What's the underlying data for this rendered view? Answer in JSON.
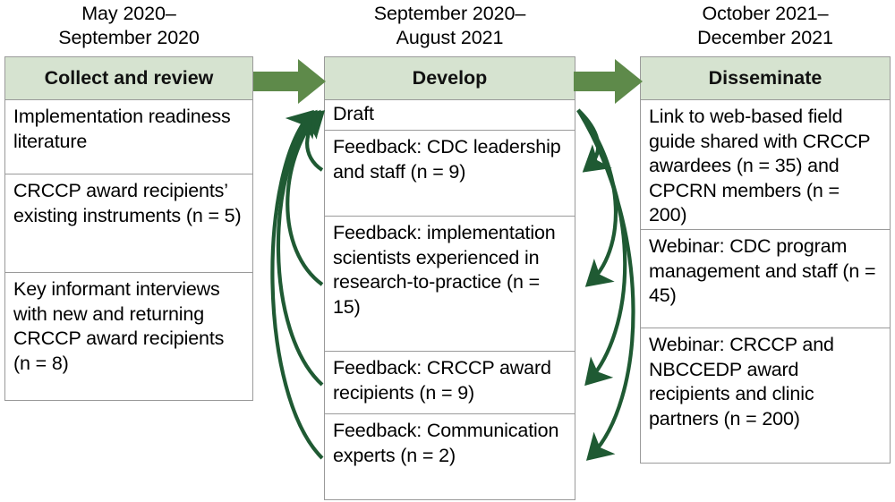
{
  "diagram": {
    "title": "Field guide development process flowchart",
    "accent_green": "#5e8a4a",
    "curve_green": "#1f5a33",
    "header_fill": "#d6e3d0",
    "border_gray": "#9a9a9a"
  },
  "columns": [
    {
      "id": "collect",
      "period": "May 2020–\nSeptember 2020",
      "period_line1": "May 2020–",
      "period_line2": "September 2020",
      "phase_label": "Collect and review",
      "items": [
        "Implementation readiness literature",
        "CRCCP award recipients’ existing instruments (n = 5)",
        "Key informant interviews with new and returning CRCCP award recipients (n = 8)"
      ]
    },
    {
      "id": "develop",
      "period": "September 2020–\nAugust 2021",
      "period_line1": "September 2020–",
      "period_line2": "August 2021",
      "phase_label": "Develop",
      "items": [
        "Draft",
        "Feedback: CDC leadership and staff (n = 9)",
        "Feedback: implementation scientists experienced in research-to-practice (n = 15)",
        "Feedback: CRCCP award recipients (n = 9)",
        "Feedback: Communication experts (n = 2)"
      ]
    },
    {
      "id": "disseminate",
      "period": "October 2021–\nDecember 2021",
      "period_line1": "October 2021–",
      "period_line2": "December 2021",
      "phase_label": "Disseminate",
      "items": [
        "Link to web-based field guide shared with CRCCP awardees (n = 35) and CPCRN members (n = 200)",
        "Webinar: CDC program management and staff (n = 45)",
        "Webinar: CRCCP and NBCCEDP award recipients and clinic partners (n = 200)"
      ]
    }
  ],
  "connectors": {
    "stage_arrows": [
      {
        "name": "collect-to-develop-arrow"
      },
      {
        "name": "develop-to-disseminate-arrow"
      }
    ],
    "feedback_loops_label": "iterative feedback loops between Draft and feedback rounds"
  }
}
